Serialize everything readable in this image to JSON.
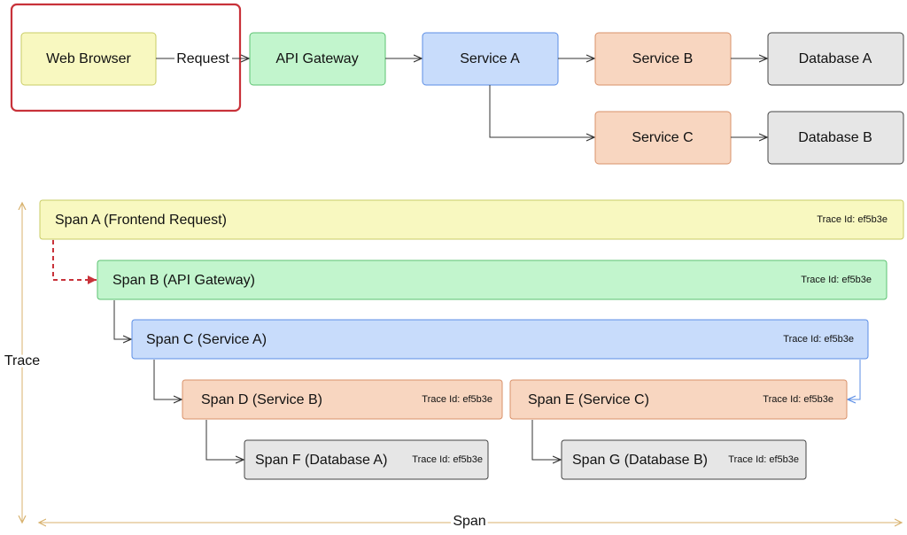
{
  "colors": {
    "yellow": "#f8f8c0",
    "yellow_stroke": "#c9cc66",
    "green": "#c2f5cd",
    "green_stroke": "#5cc272",
    "blue": "#c8dcfb",
    "blue_stroke": "#5b8ee6",
    "orange": "#f8d6c0",
    "orange_stroke": "#d9916a",
    "gray": "#e6e6e6",
    "gray_stroke": "#444444",
    "highlight": "#c8323a",
    "axis": "#d8b26e"
  },
  "architecture": {
    "nodes": {
      "web_browser": "Web Browser",
      "api_gateway": "API Gateway",
      "service_a": "Service A",
      "service_b": "Service B",
      "service_c": "Service C",
      "database_a": "Database A",
      "database_b": "Database B"
    },
    "request_label": "Request"
  },
  "spans": [
    {
      "id": "a",
      "label": "Span A (Frontend Request)",
      "trace": "Trace Id: ef5b3e"
    },
    {
      "id": "b",
      "label": "Span B (API Gateway)",
      "trace": "Trace Id: ef5b3e"
    },
    {
      "id": "c",
      "label": "Span C (Service A)",
      "trace": "Trace Id: ef5b3e"
    },
    {
      "id": "d",
      "label": "Span D (Service B)",
      "trace": "Trace Id: ef5b3e"
    },
    {
      "id": "e",
      "label": "Span E (Service C)",
      "trace": "Trace Id: ef5b3e"
    },
    {
      "id": "f",
      "label": "Span F (Database A)",
      "trace": "Trace Id: ef5b3e"
    },
    {
      "id": "g",
      "label": "Span G (Database B)",
      "trace": "Trace Id: ef5b3e"
    }
  ],
  "axes": {
    "vertical": "Trace",
    "horizontal": "Span"
  }
}
